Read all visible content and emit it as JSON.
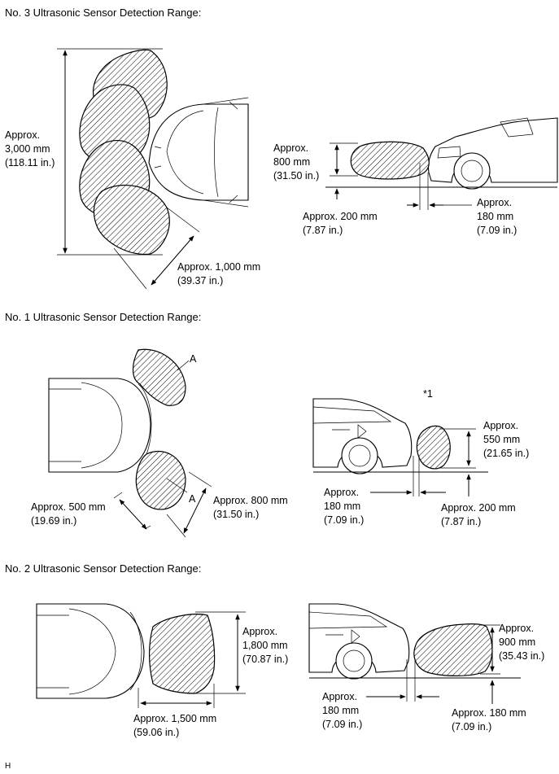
{
  "sections": {
    "no3": {
      "heading": "No. 3 Ultrasonic Sensor Detection Range:",
      "top_view": {
        "span": [
          "Approx.",
          "3,000 mm",
          "(118.11 in.)"
        ],
        "depth": [
          "Approx. 1,000 mm",
          "(39.37 in.)"
        ]
      },
      "side_view": {
        "height": [
          "Approx.",
          "800 mm",
          "(31.50 in.)"
        ],
        "ground_clearance": [
          "Approx. 200 mm",
          "(7.87 in.)"
        ],
        "gap": [
          "Approx.",
          "180 mm",
          "(7.09 in.)"
        ]
      }
    },
    "no1": {
      "heading": "No. 1 Ultrasonic Sensor Detection Range:",
      "top_view": {
        "label_a_top": "A",
        "label_a_bottom": "A",
        "width": [
          "Approx. 500 mm",
          "(19.69 in.)"
        ],
        "depth": [
          "Approx. 800 mm",
          "(31.50 in.)"
        ]
      },
      "side_view": {
        "note": "*1",
        "height": [
          "Approx.",
          "550 mm",
          "(21.65 in.)"
        ],
        "gap": [
          "Approx.",
          "180 mm",
          "(7.09 in.)"
        ],
        "ground_clearance": [
          "Approx. 200 mm",
          "(7.87 in.)"
        ]
      }
    },
    "no2": {
      "heading": "No. 2 Ultrasonic Sensor Detection Range:",
      "top_view": {
        "width": [
          "Approx.",
          "1,800 mm",
          "(70.87 in.)"
        ],
        "depth": [
          "Approx. 1,500 mm",
          "(59.06 in.)"
        ]
      },
      "side_view": {
        "height": [
          "Approx.",
          "900 mm",
          "(35.43 in.)"
        ],
        "gap": [
          "Approx.",
          "180 mm",
          "(7.09 in.)"
        ],
        "ground_clearance": [
          "Approx. 180 mm",
          "(7.09 in.)"
        ]
      }
    }
  },
  "footer_code": "H"
}
